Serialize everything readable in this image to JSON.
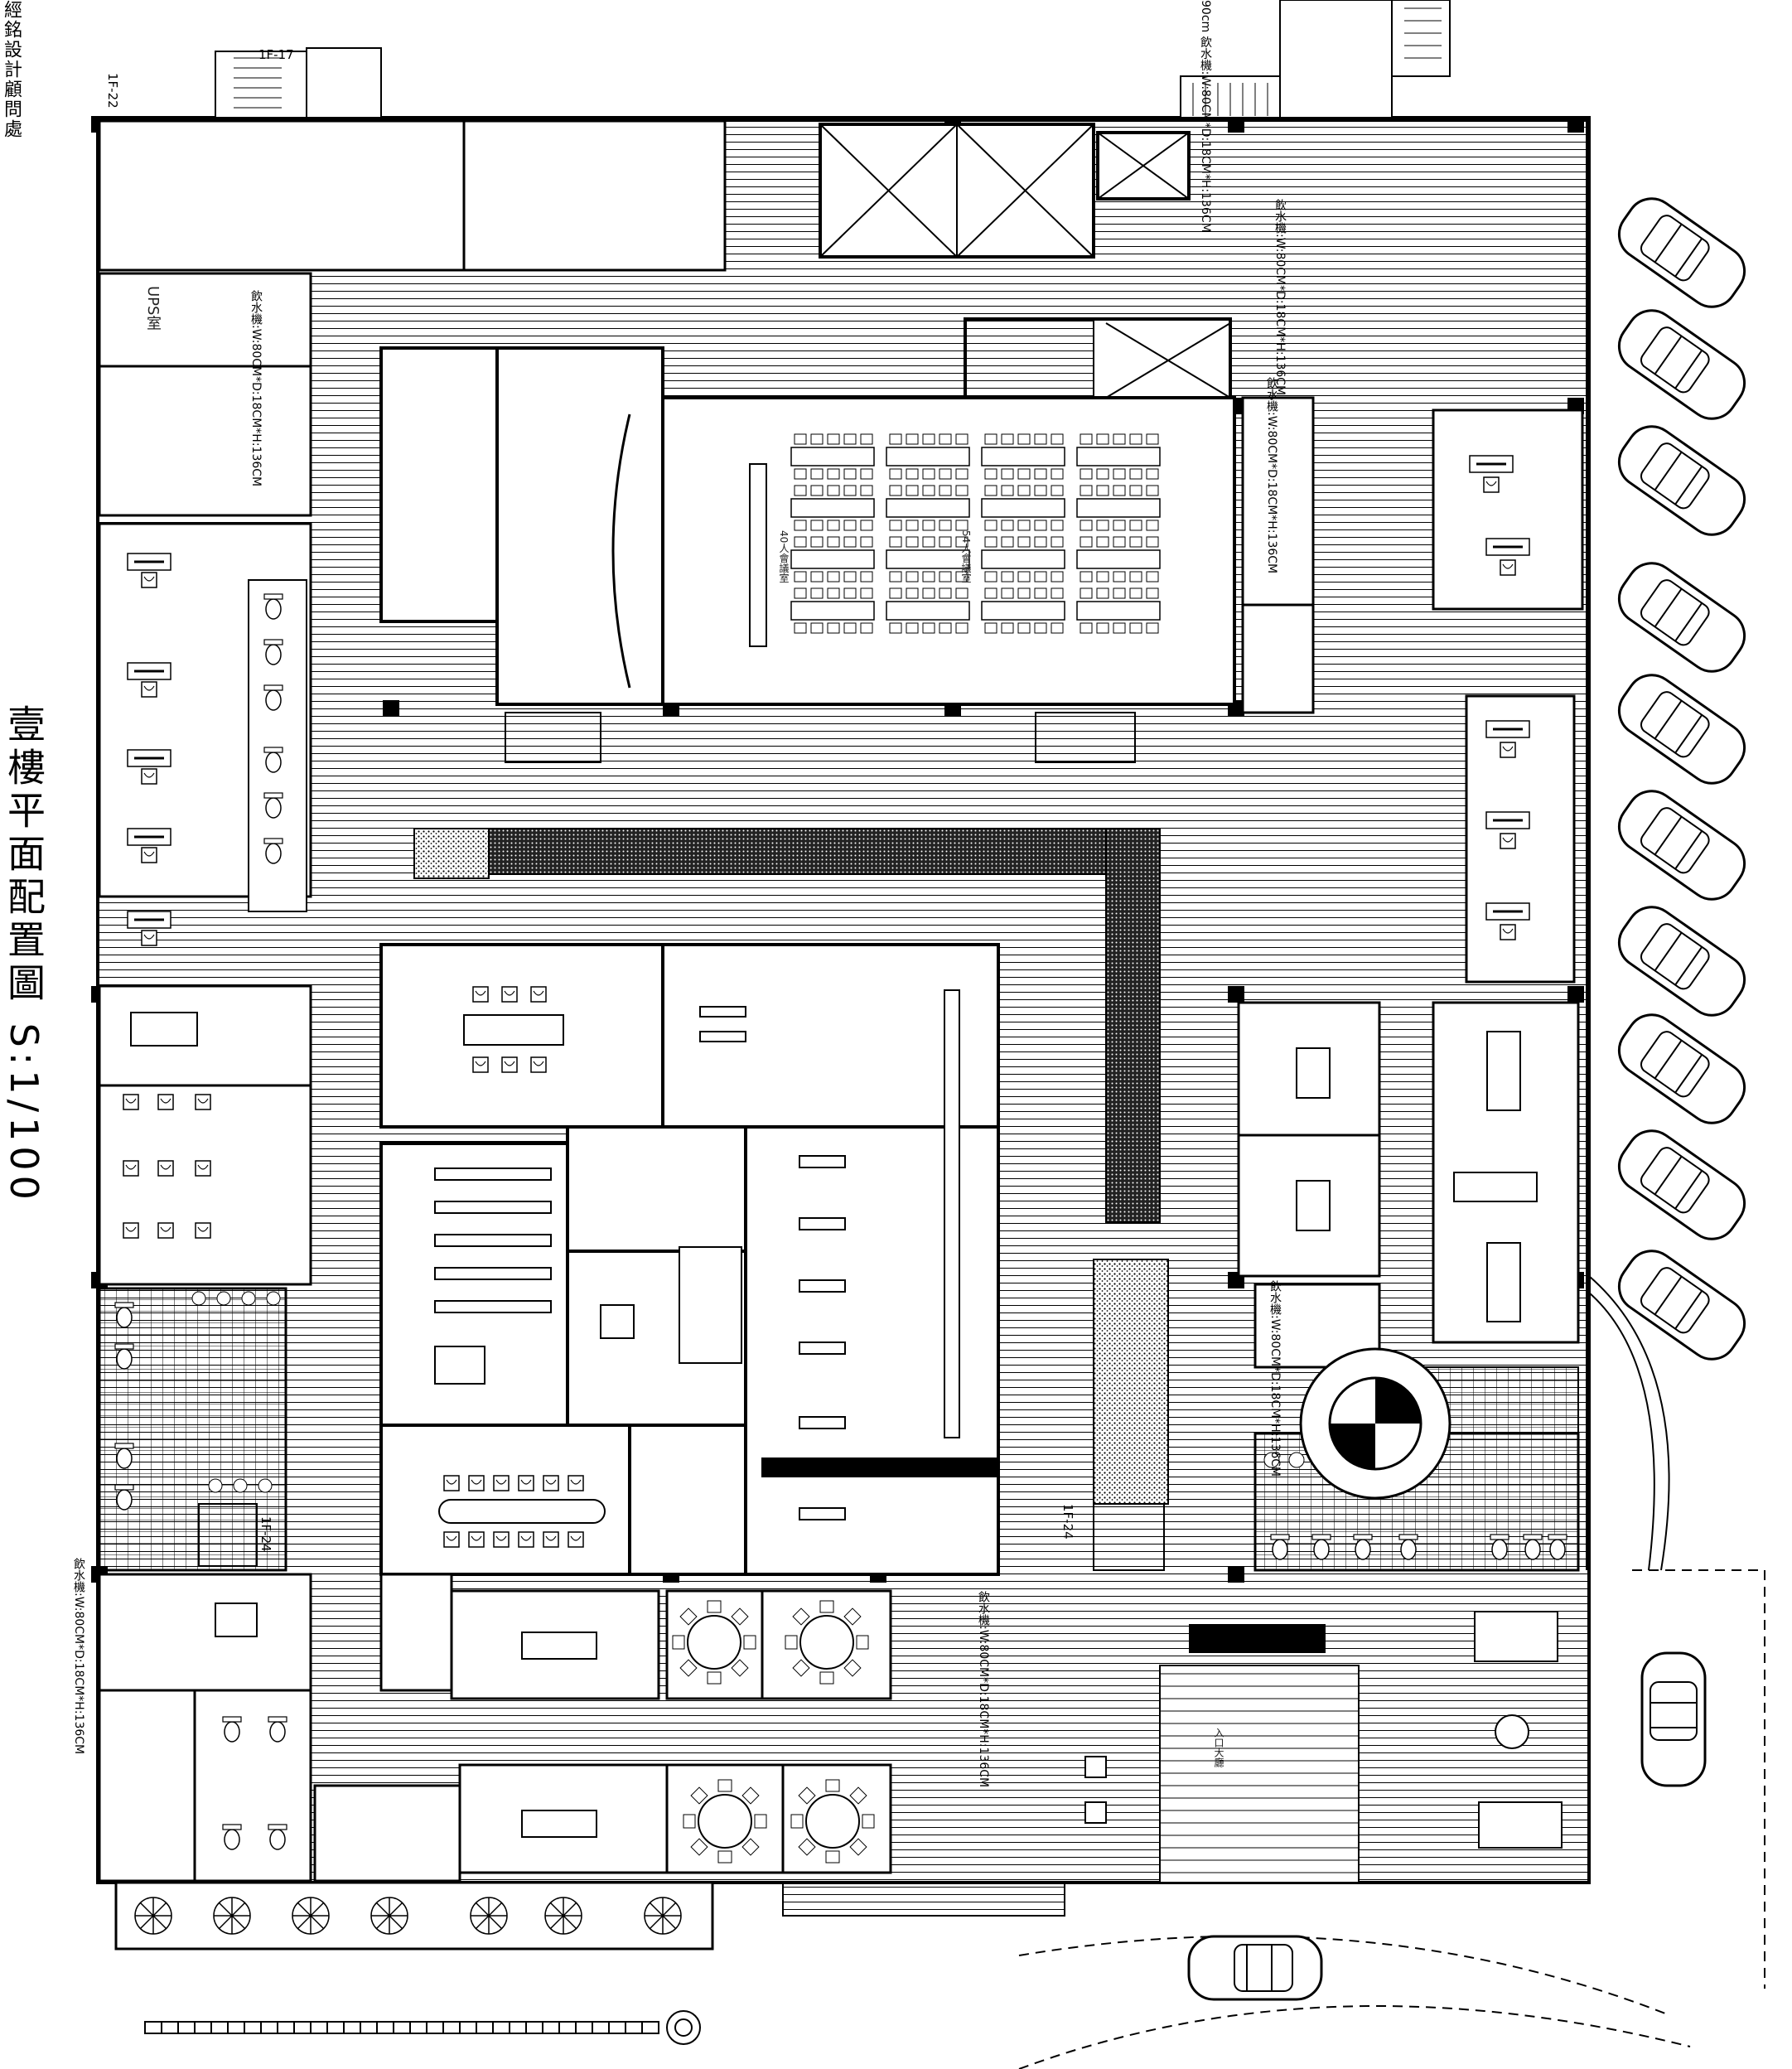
{
  "drawing": {
    "title": "壹樓平面配置圖 S:1/100",
    "corner_title": "經銘設計顧問處",
    "scale": "S:1/100",
    "dimension_notes": [
      "飲水機:W:80CM*D:18CM*H:136CM",
      "飲水機:W:80CM*D:18CM*H:136CM",
      "飲水機:W:80CM*D:18CM*H:136CM",
      "飲水機:W:80CM*D:18CM*H:136CM",
      "飲水機:W:80CM*D:18CM*H:136CM",
      "飲水機:W:80CM*D:18CM*H:136CM",
      "90cm 飲水機:W:80CM*D:18CM*H:136CM"
    ],
    "floor_tags": [
      "1F-17",
      "1F-22",
      "1F-24",
      "1F-24"
    ],
    "labels": {
      "ups": "UPS室",
      "room_40": "40人會議室",
      "room_54": "54人會議室",
      "lobby_entry": "入口大廳"
    }
  },
  "colors": {
    "line": "#000000",
    "background": "#ffffff"
  }
}
